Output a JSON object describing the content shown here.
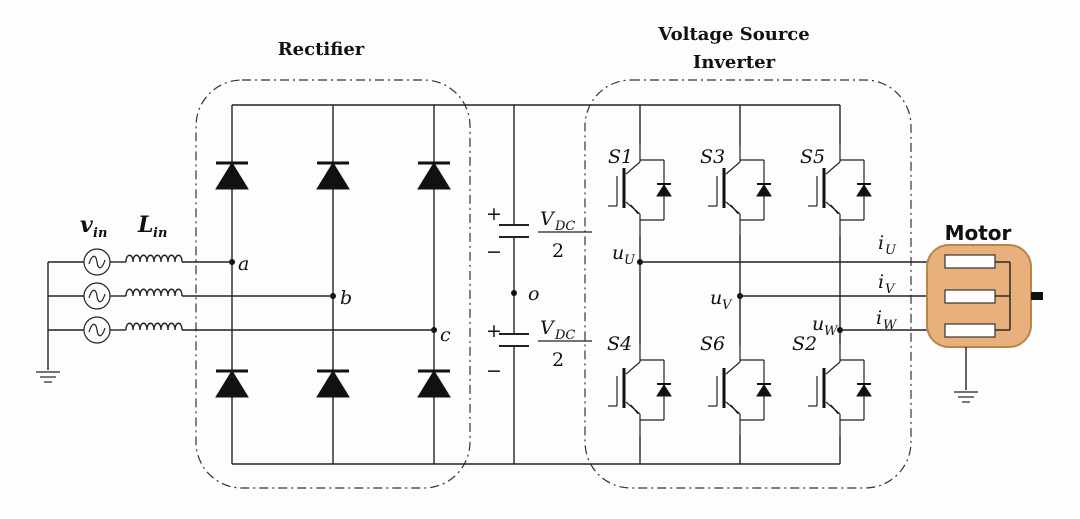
{
  "titles": {
    "rectifier": "Rectifier",
    "vsi_line1": "Voltage Source",
    "vsi_line2": "Inverter",
    "motor": "Motor"
  },
  "source": {
    "v": "v",
    "v_sub": "in",
    "l": "L",
    "l_sub": "in"
  },
  "nodes": {
    "a": "a",
    "b": "b",
    "c": "c",
    "o": "o"
  },
  "dc_link": {
    "plus": "+",
    "minus": "−",
    "num": "V",
    "num_sub": "DC",
    "den": "2"
  },
  "switches": {
    "s1": "S1",
    "s3": "S3",
    "s5": "S5",
    "s4": "S4",
    "s6": "S6",
    "s2": "S2"
  },
  "phase_voltages": {
    "u": "u",
    "u_sub": "U",
    "v": "u",
    "v_sub": "V",
    "w": "u",
    "w_sub": "W"
  },
  "phase_currents": {
    "u": "i",
    "u_sub": "U",
    "v": "i",
    "v_sub": "V",
    "w": "i",
    "w_sub": "W"
  },
  "colors": {
    "motor_fill": "#E8B07A",
    "motor_stroke": "#B8864A",
    "wire": "#222222"
  }
}
